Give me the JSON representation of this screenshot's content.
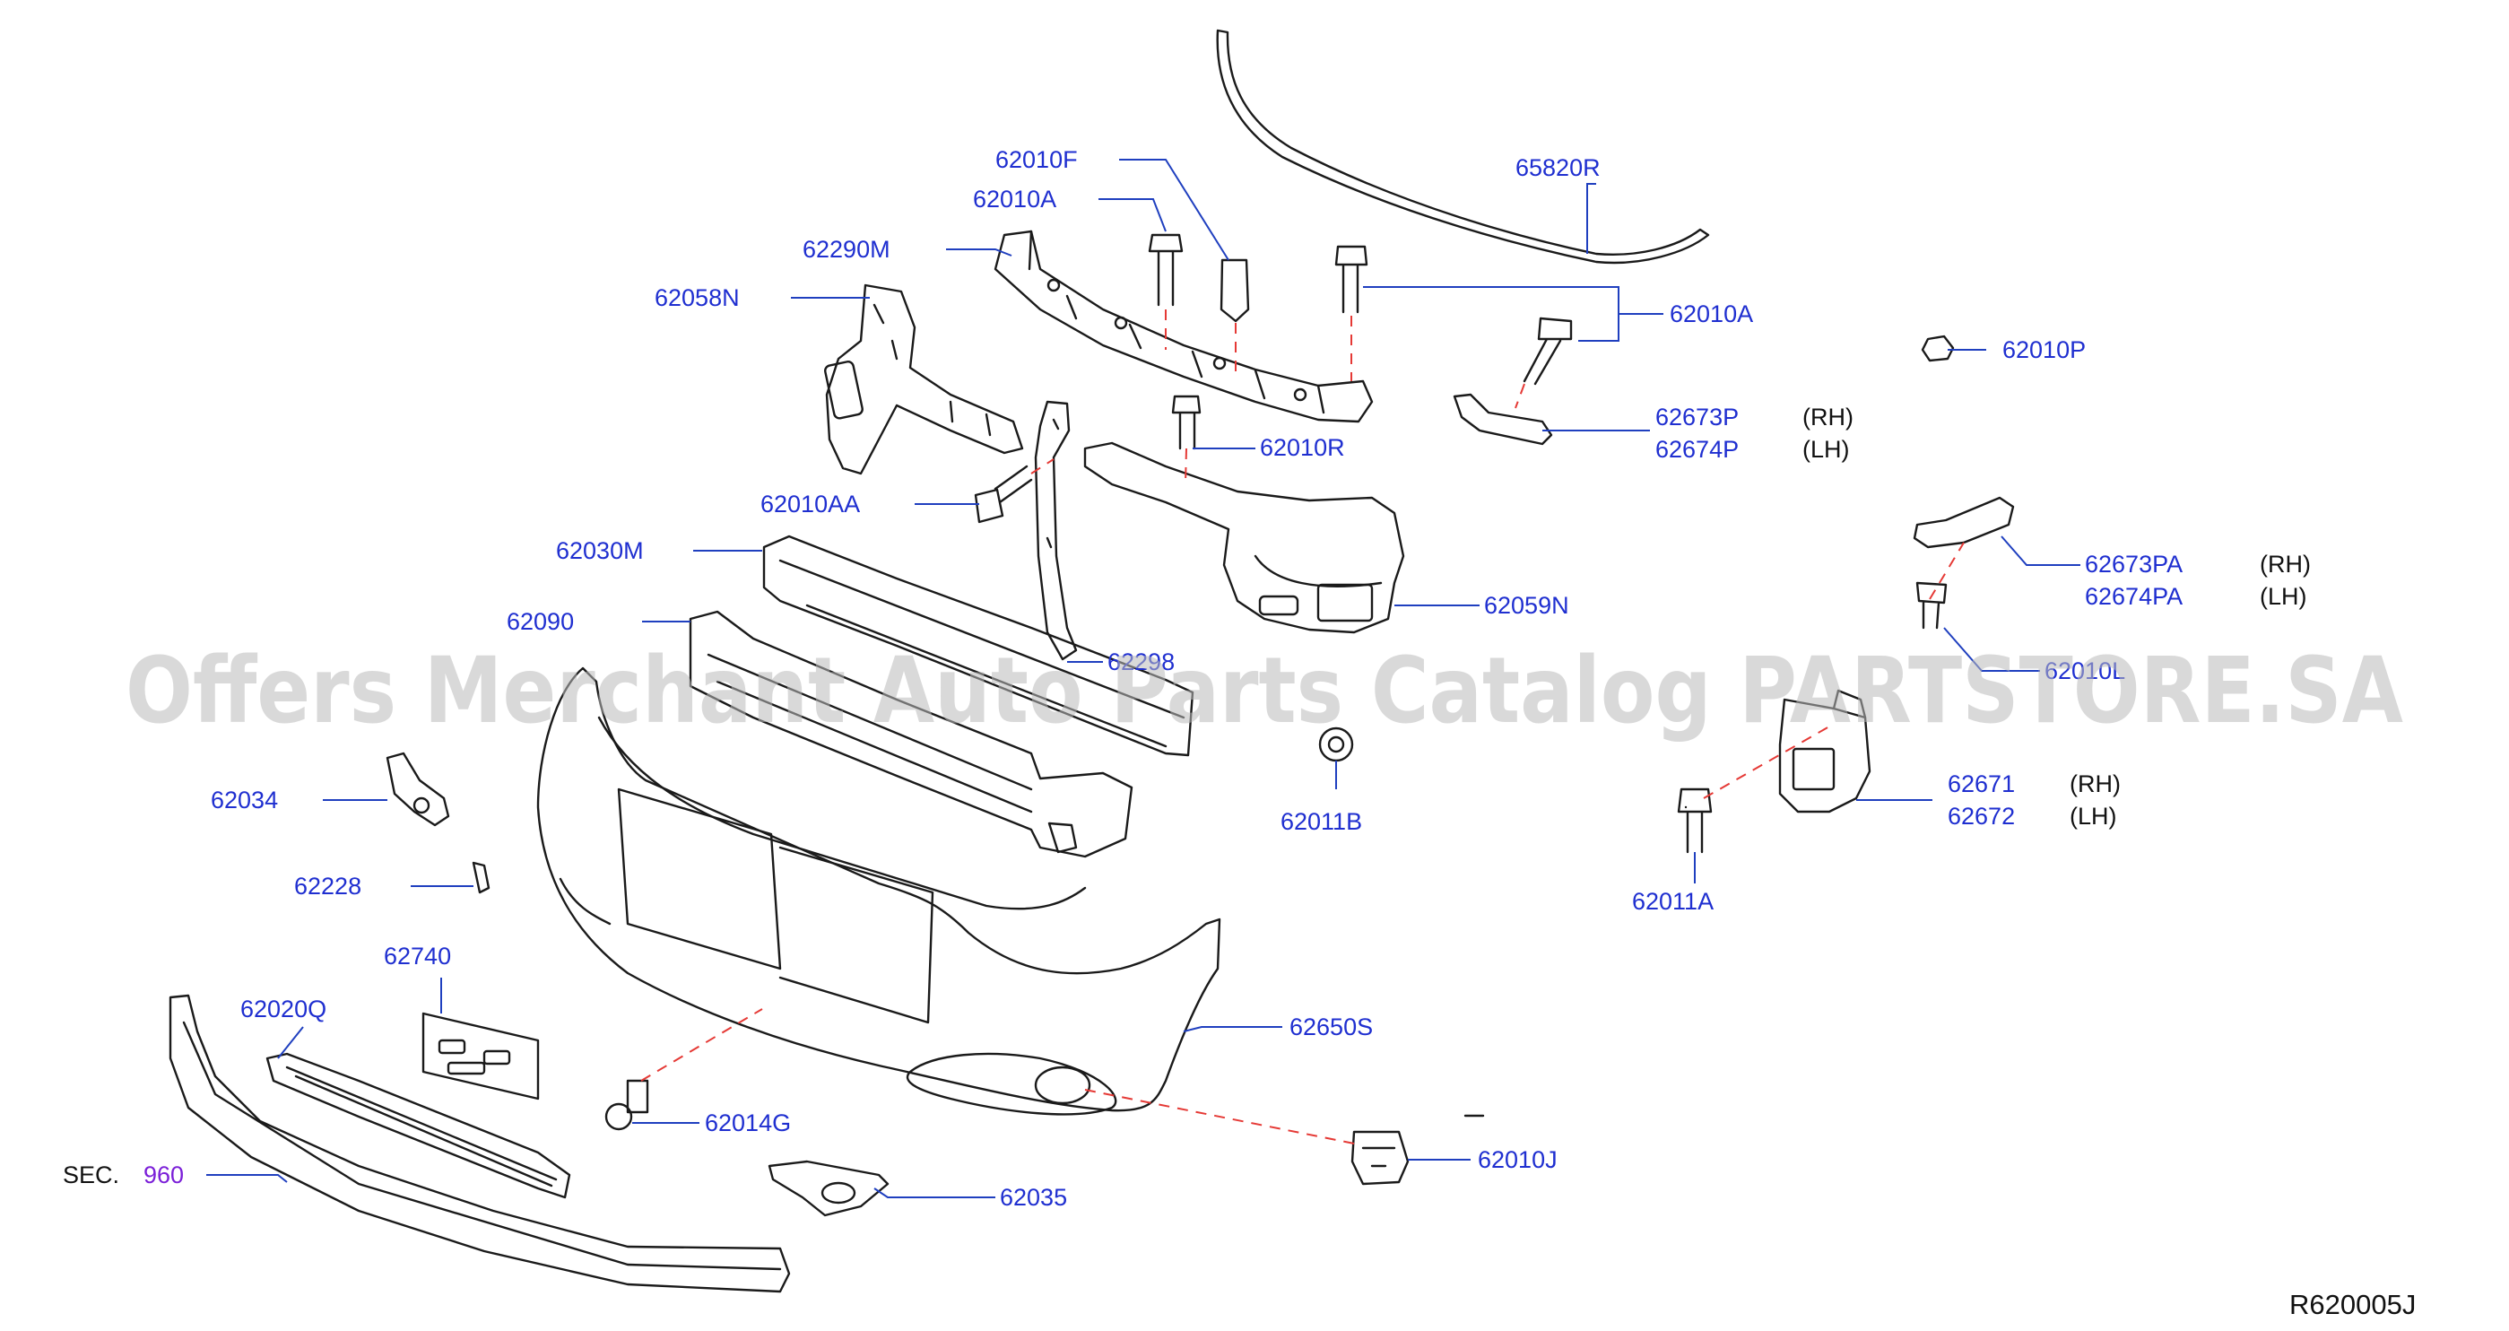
{
  "labels": {
    "l_65820R": "65820R",
    "l_62010F": "62010F",
    "l_62010A_top": "62010A",
    "l_62290M": "62290M",
    "l_62058N": "62058N",
    "l_62010A_right": "62010A",
    "l_62010P": "62010P",
    "l_62673P": "62673P",
    "l_62674P": "62674P",
    "l_62010R": "62010R",
    "l_62010AA": "62010AA",
    "l_62030M": "62030M",
    "l_62059N": "62059N",
    "l_62090": "62090",
    "l_62298": "62298",
    "l_62673PA": "62673PA",
    "l_62674PA": "62674PA",
    "l_62010L": "62010L",
    "l_62034": "62034",
    "l_62011B": "62011B",
    "l_62671": "62671",
    "l_62672": "62672",
    "l_62011A": "62011A",
    "l_62228": "62228",
    "l_62740": "62740",
    "l_62020Q": "62020Q",
    "l_62650S": "62650S",
    "l_62014G": "62014G",
    "l_62010J": "62010J",
    "l_62035": "62035"
  },
  "side_notes": {
    "s_62673P": "(RH)",
    "s_62674P": "(LH)",
    "s_62673PA": "(RH)",
    "s_62674PA": "(LH)",
    "s_62671": "(RH)",
    "s_62672": "(LH)"
  },
  "section_ref": {
    "prefix": "SEC.",
    "number": "960"
  },
  "diagram_id": "R620005J",
  "watermark": "Offers Merchant Auto Parts Catalog PARTSTORE.SA",
  "colors": {
    "label": "#1f2fd0",
    "leader": "#1f3fbf",
    "dashed_connector": "#e53935",
    "section_number": "#7b1fd8",
    "watermark": "#b9b9b9"
  }
}
